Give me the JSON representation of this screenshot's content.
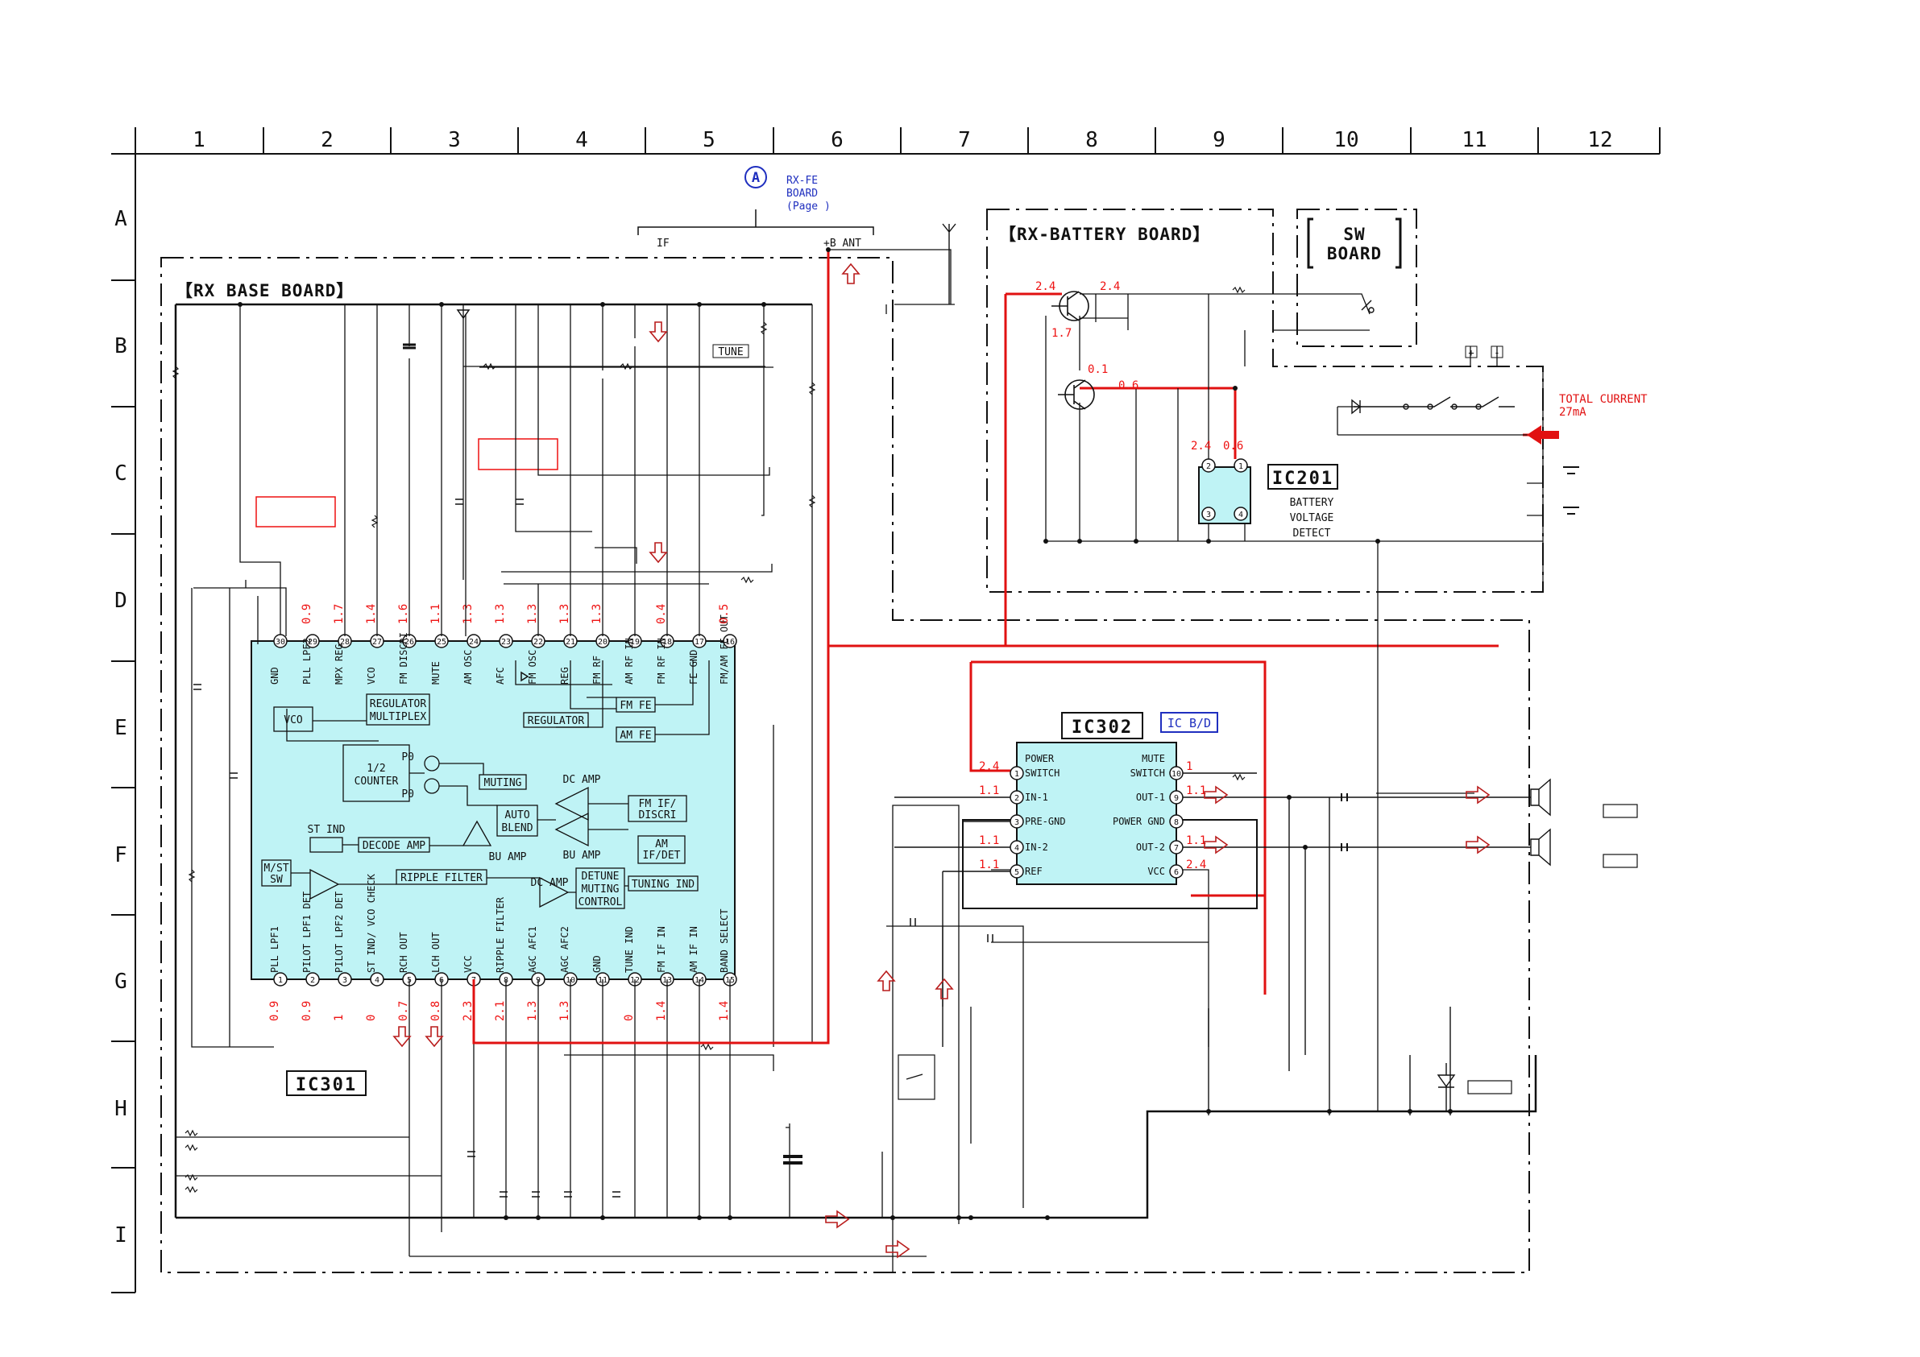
{
  "grid": {
    "columns": [
      "1",
      "2",
      "3",
      "4",
      "5",
      "6",
      "7",
      "8",
      "9",
      "10",
      "11",
      "12"
    ],
    "rows": [
      "A",
      "B",
      "C",
      "D",
      "E",
      "F",
      "G",
      "H",
      "I"
    ]
  },
  "boards": {
    "rx_base": "【RX BASE BOARD】",
    "rx_battery": "【RX-BATTERY BOARD】",
    "sw_line1": "SW",
    "sw_line2": "BOARD"
  },
  "connector": {
    "marker": "A",
    "ref_line1": "RX-FE",
    "ref_line2": "BOARD",
    "ref_line3": "(Page   )",
    "if_label": "IF",
    "b_ant_label": "+B ANT"
  },
  "ic301": {
    "name": "IC301",
    "top_pins": [
      {
        "num": "30",
        "label": "GND",
        "volt": ""
      },
      {
        "num": "29",
        "label": "PLL LPF2",
        "volt": "0.9"
      },
      {
        "num": "28",
        "label": "MPX REG",
        "volt": "1.7"
      },
      {
        "num": "27",
        "label": "VCO",
        "volt": "1.4"
      },
      {
        "num": "26",
        "label": "FM DISCRI",
        "volt": "1.6"
      },
      {
        "num": "25",
        "label": "MUTE",
        "volt": "1.1"
      },
      {
        "num": "24",
        "label": "AM OSC",
        "volt": "1.3"
      },
      {
        "num": "23",
        "label": "AFC",
        "volt": "1.3"
      },
      {
        "num": "22",
        "label": "FM OSC",
        "volt": "1.3"
      },
      {
        "num": "21",
        "label": "REG",
        "volt": "1.3"
      },
      {
        "num": "20",
        "label": "FM RF",
        "volt": "1.3"
      },
      {
        "num": "19",
        "label": "AM RF IN",
        "volt": ""
      },
      {
        "num": "18",
        "label": "FM RF IN",
        "volt": "0.4"
      },
      {
        "num": "17",
        "label": "FE GND",
        "volt": ""
      },
      {
        "num": "16",
        "label": "FM/AM FE OUT",
        "volt": "0.5"
      }
    ],
    "bottom_pins": [
      {
        "num": "1",
        "label": "PLL LPF1",
        "volt": "0.9"
      },
      {
        "num": "2",
        "label": "PILOT LPF1 DET",
        "volt": "0.9"
      },
      {
        "num": "3",
        "label": "PILOT LPF2 DET",
        "volt": "1"
      },
      {
        "num": "4",
        "label": "ST IND/ VCO CHECK",
        "volt": "0"
      },
      {
        "num": "5",
        "label": "RCH OUT",
        "volt": "0.7"
      },
      {
        "num": "6",
        "label": "LCH OUT",
        "volt": "0.8"
      },
      {
        "num": "7",
        "label": "VCC",
        "volt": "2.3"
      },
      {
        "num": "8",
        "label": "RIPPLE FILTER",
        "volt": "2.1"
      },
      {
        "num": "9",
        "label": "AGC AFC1",
        "volt": "1.3"
      },
      {
        "num": "10",
        "label": "AGC AFC2",
        "volt": "1.3"
      },
      {
        "num": "11",
        "label": "GND",
        "volt": ""
      },
      {
        "num": "12",
        "label": "TUNE IND",
        "volt": "0"
      },
      {
        "num": "13",
        "label": "FM IF IN",
        "volt": "1.4"
      },
      {
        "num": "14",
        "label": "AM IF IN",
        "volt": ""
      },
      {
        "num": "15",
        "label": "BAND SELECT",
        "volt": "1.4"
      }
    ],
    "blocks": {
      "vco": "VCO",
      "reg_mpx1": "REGULATOR",
      "reg_mpx2": "MULTIPLEX",
      "regulator": "REGULATOR",
      "fm_fe": "FM FE",
      "am_fe": "AM FE",
      "counter1": "1/2",
      "counter2": "COUNTER",
      "p0": "P0",
      "p0b": "P0",
      "muting": "MUTING",
      "dc_amp_top": "DC AMP",
      "fm_if1": "FM IF/",
      "fm_if2": "DISCRI",
      "auto1": "AUTO",
      "auto2": "BLEND",
      "decode_amp": "DECODE AMP",
      "st_ind": "ST IND",
      "mst1": "M/ST",
      "mst2": "SW",
      "bu_amp1": "BU AMP",
      "bu_amp2": "BU AMP",
      "am_if1": "AM",
      "am_if2": "IF/DET",
      "ripple": "RIPPLE FILTER",
      "dc_amp_bottom": "DC AMP",
      "detune1": "DETUNE",
      "detune2": "MUTING",
      "detune3": "CONTROL",
      "tuning": "TUNING IND"
    }
  },
  "tune_label": "TUNE",
  "ic302": {
    "name": "IC302",
    "tag": "IC B/D",
    "left_pins": [
      {
        "num": "1",
        "label1": "POWER",
        "label2": "SWITCH",
        "volt": "2.4"
      },
      {
        "num": "2",
        "label1": "",
        "label2": "IN-1",
        "volt": "1.1"
      },
      {
        "num": "3",
        "label1": "",
        "label2": "PRE-GND",
        "volt": ""
      },
      {
        "num": "4",
        "label1": "",
        "label2": "IN-2",
        "volt": "1.1"
      },
      {
        "num": "5",
        "label1": "",
        "label2": "REF",
        "volt": "1.1"
      }
    ],
    "right_pins": [
      {
        "num": "10",
        "label1": "MUTE",
        "label2": "SWITCH",
        "volt": "1"
      },
      {
        "num": "9",
        "label1": "",
        "label2": "OUT-1",
        "volt": "1.1"
      },
      {
        "num": "8",
        "label1": "",
        "label2": "POWER GND",
        "volt": ""
      },
      {
        "num": "7",
        "label1": "",
        "label2": "OUT-2",
        "volt": "1.1"
      },
      {
        "num": "6",
        "label1": "",
        "label2": "VCC",
        "volt": "2.4"
      }
    ]
  },
  "ic201": {
    "name": "IC201",
    "desc1": "BATTERY",
    "desc2": "VOLTAGE",
    "desc3": "DETECT",
    "pins": [
      {
        "num": "2",
        "volt": "2.4"
      },
      {
        "num": "1",
        "volt": "0.6"
      },
      {
        "num": "3",
        "volt": ""
      },
      {
        "num": "4",
        "volt": ""
      }
    ]
  },
  "battery": {
    "total1": "TOTAL CURRENT",
    "total2": "27mA",
    "plus": "+",
    "minus": "-"
  },
  "transistor_volts": {
    "q1_e": "2.4",
    "q1_c": "2.4",
    "q1_b": "1.7",
    "q2_b": "0.1",
    "q2_c": "0.6"
  },
  "colors": {
    "ic_fill": "#bff3f5",
    "voltage": "#e11111",
    "wire": "#111111",
    "red_line": "#e11111",
    "arrow": "#b91c1c",
    "tag_blue": "#1f2fbf"
  }
}
